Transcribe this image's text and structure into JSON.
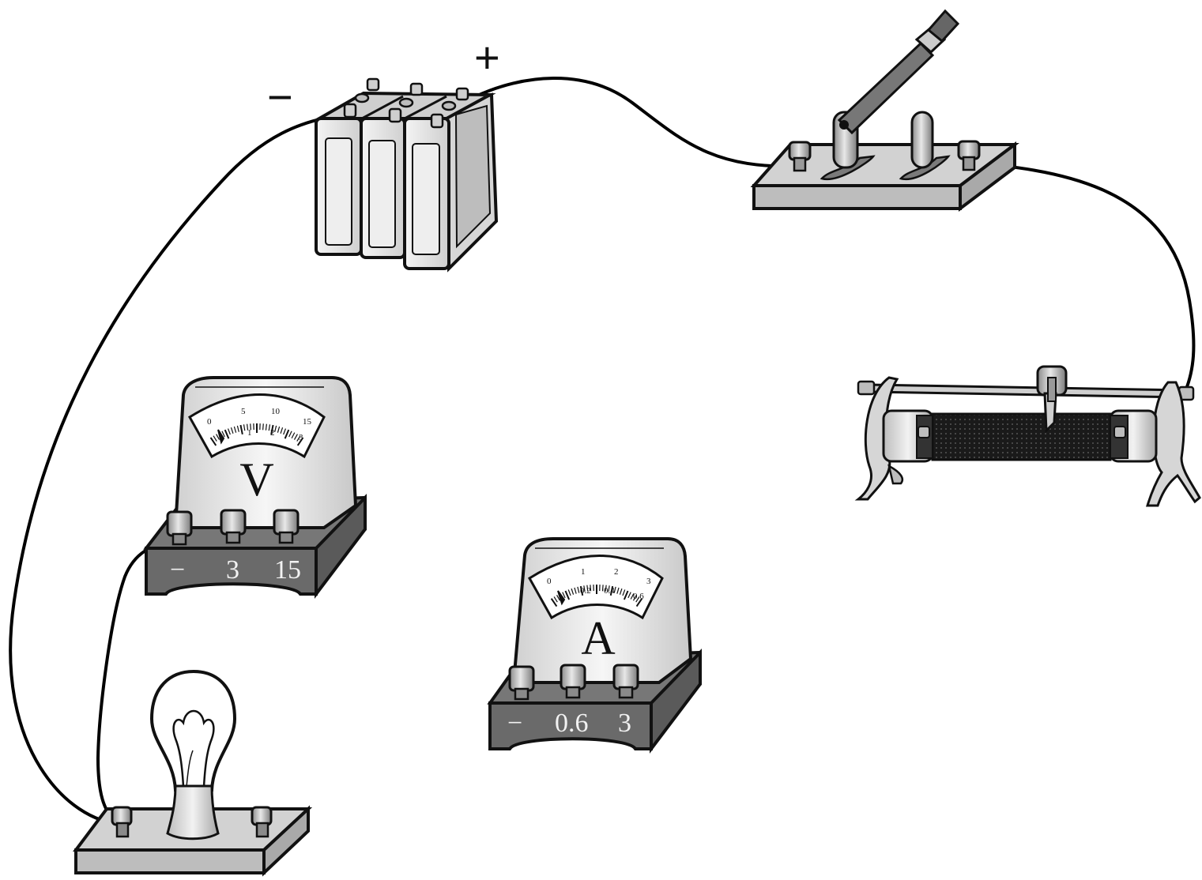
{
  "battery": {
    "negative_label": "−",
    "positive_label": "+"
  },
  "voltmeter": {
    "symbol": "V",
    "scale_top": [
      "0",
      "5",
      "10",
      "15"
    ],
    "scale_bottom": [
      "1",
      "2",
      "3"
    ],
    "terminals": [
      "−",
      "3",
      "15"
    ]
  },
  "ammeter": {
    "symbol": "A",
    "scale_top": [
      "0",
      "1",
      "2",
      "3"
    ],
    "scale_bottom": [
      "0.2",
      "0.4",
      "0.6"
    ],
    "terminals": [
      "−",
      "0.6",
      "3"
    ]
  },
  "colors": {
    "outline": "#111111",
    "body_light": "#e6e6e6",
    "body_mid": "#bdbdbd",
    "body_dark": "#6f6f6f",
    "wire": "#000000"
  }
}
